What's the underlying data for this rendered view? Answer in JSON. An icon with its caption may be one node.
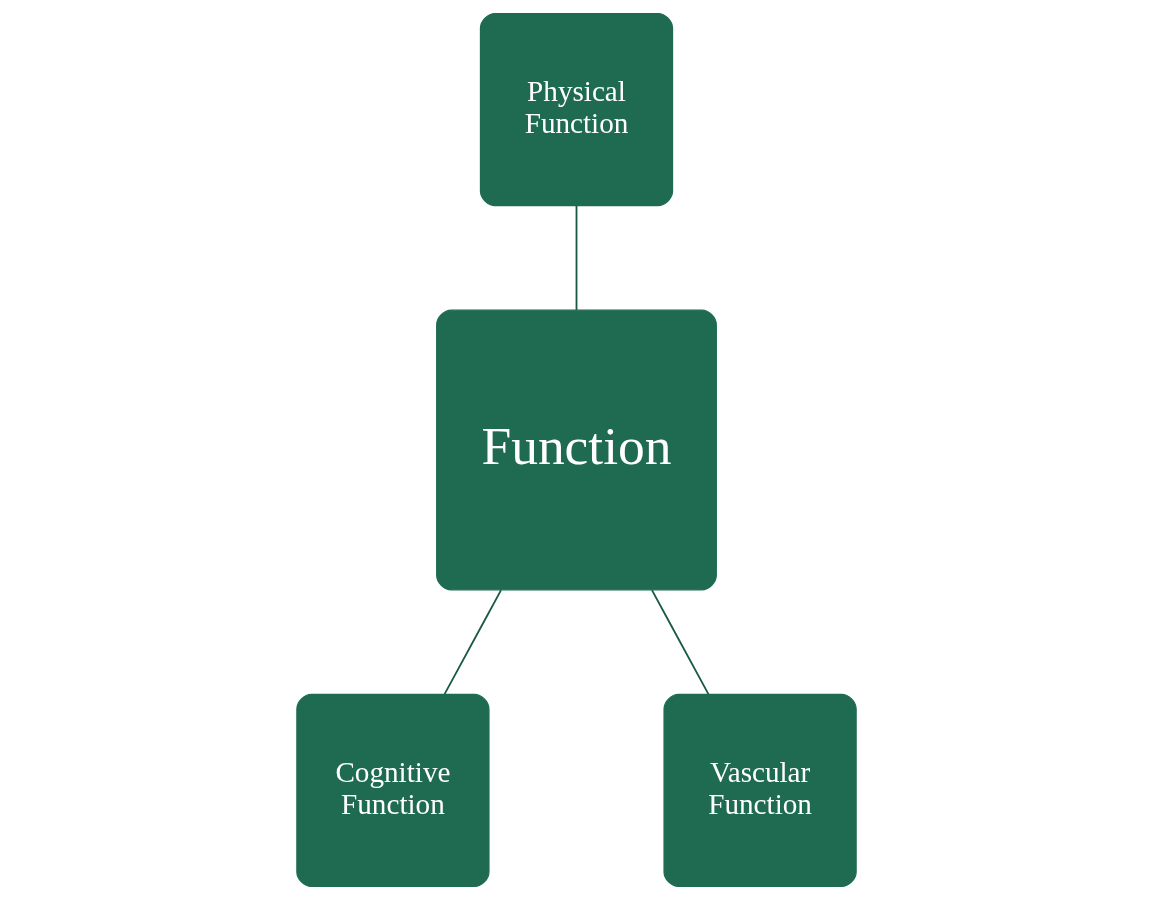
{
  "diagram": {
    "nodes": [
      {
        "text": [
          "Physical Function"
        ]
      },
      {
        "text": [
          "Function"
        ]
      },
      {
        "text": [
          "Cognitive Function"
        ]
      },
      {
        "text": [
          "Vascular Function"
        ]
      }
    ],
    "edges": [
      {
        "from": 1,
        "to": 0,
        "arrow": "none"
      },
      {
        "from": 1,
        "to": 2,
        "arrow": "none"
      },
      {
        "from": 1,
        "to": 3,
        "arrow": "none"
      }
    ]
  }
}
